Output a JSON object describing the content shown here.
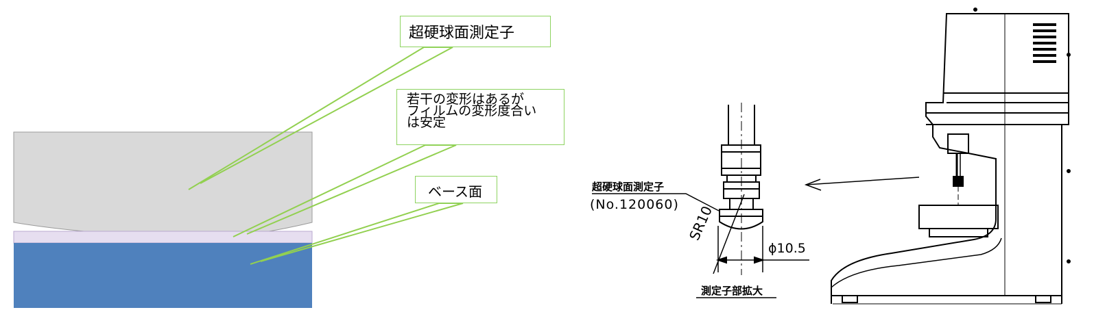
{
  "left_diagram": {
    "probe_callout": "超硬球面測定子",
    "deform_callout_lines": [
      "若干の変形はあるが",
      "フィルムの変形度合い",
      "は安定"
    ],
    "base_callout": "ベース面",
    "colors": {
      "probe": "#d9d9d9",
      "film": "#e6def0",
      "base": "#4f81bd",
      "leader": "#92d050"
    }
  },
  "detail_drawing": {
    "probe_name": "超硬球面測定子",
    "part_number": "(No.120060)",
    "radius_label": "SR10",
    "diameter_label": "ϕ10.5",
    "caption": "測定子部拡大"
  }
}
